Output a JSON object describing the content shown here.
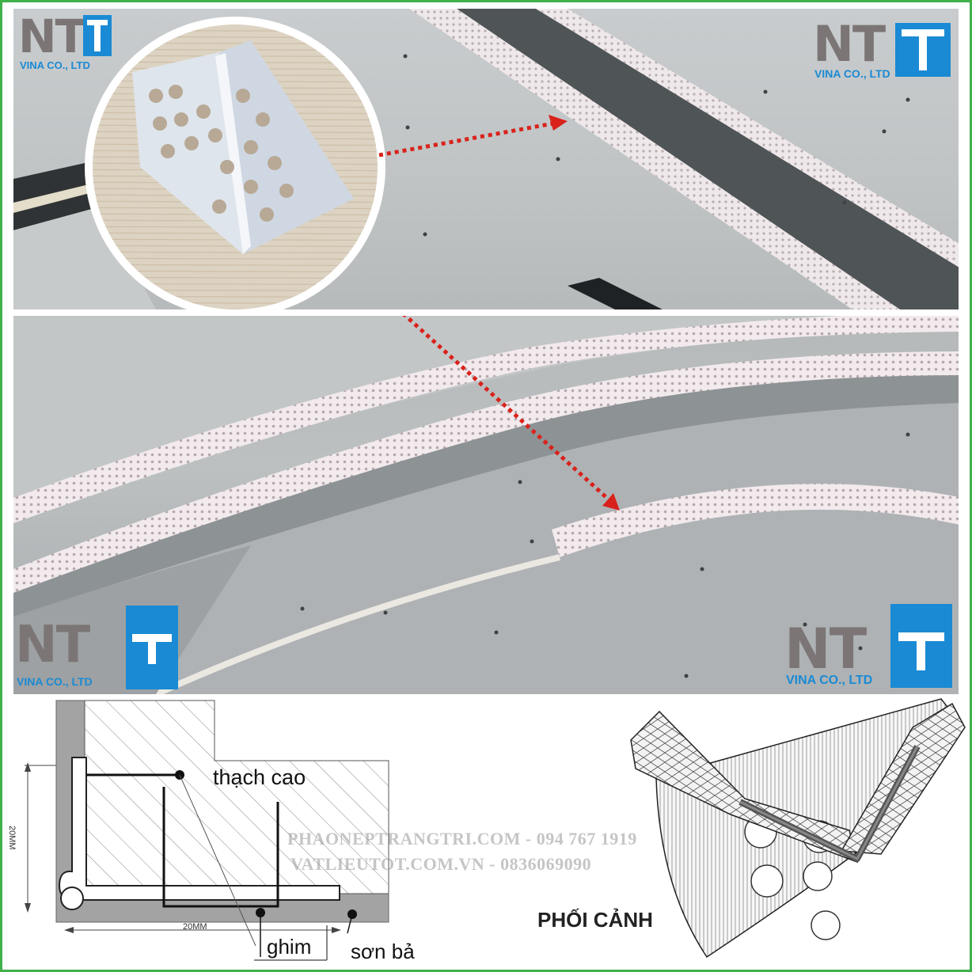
{
  "branding": {
    "logo_letters": "NT",
    "logo_company": "VINA CO., LTD"
  },
  "diagram": {
    "label_gypsum": "thạch cao",
    "label_pin": "ghim",
    "label_paint": "sơn bả",
    "dimension_vertical": "20MM",
    "dimension_horizontal": "20MM",
    "label_perspective": "PHỐI CẢNH"
  },
  "watermark": {
    "line1": "PHAONEPTRANGTRI.COM - 094 767 1919",
    "line2": "VATLIEUTOT.COM.VN - 0836069090"
  },
  "colors": {
    "frame_border": "#3fb04a",
    "brand_blue": "#1a8ad4",
    "brand_gray": "#7b7675",
    "arrow_red": "#d9221c"
  }
}
